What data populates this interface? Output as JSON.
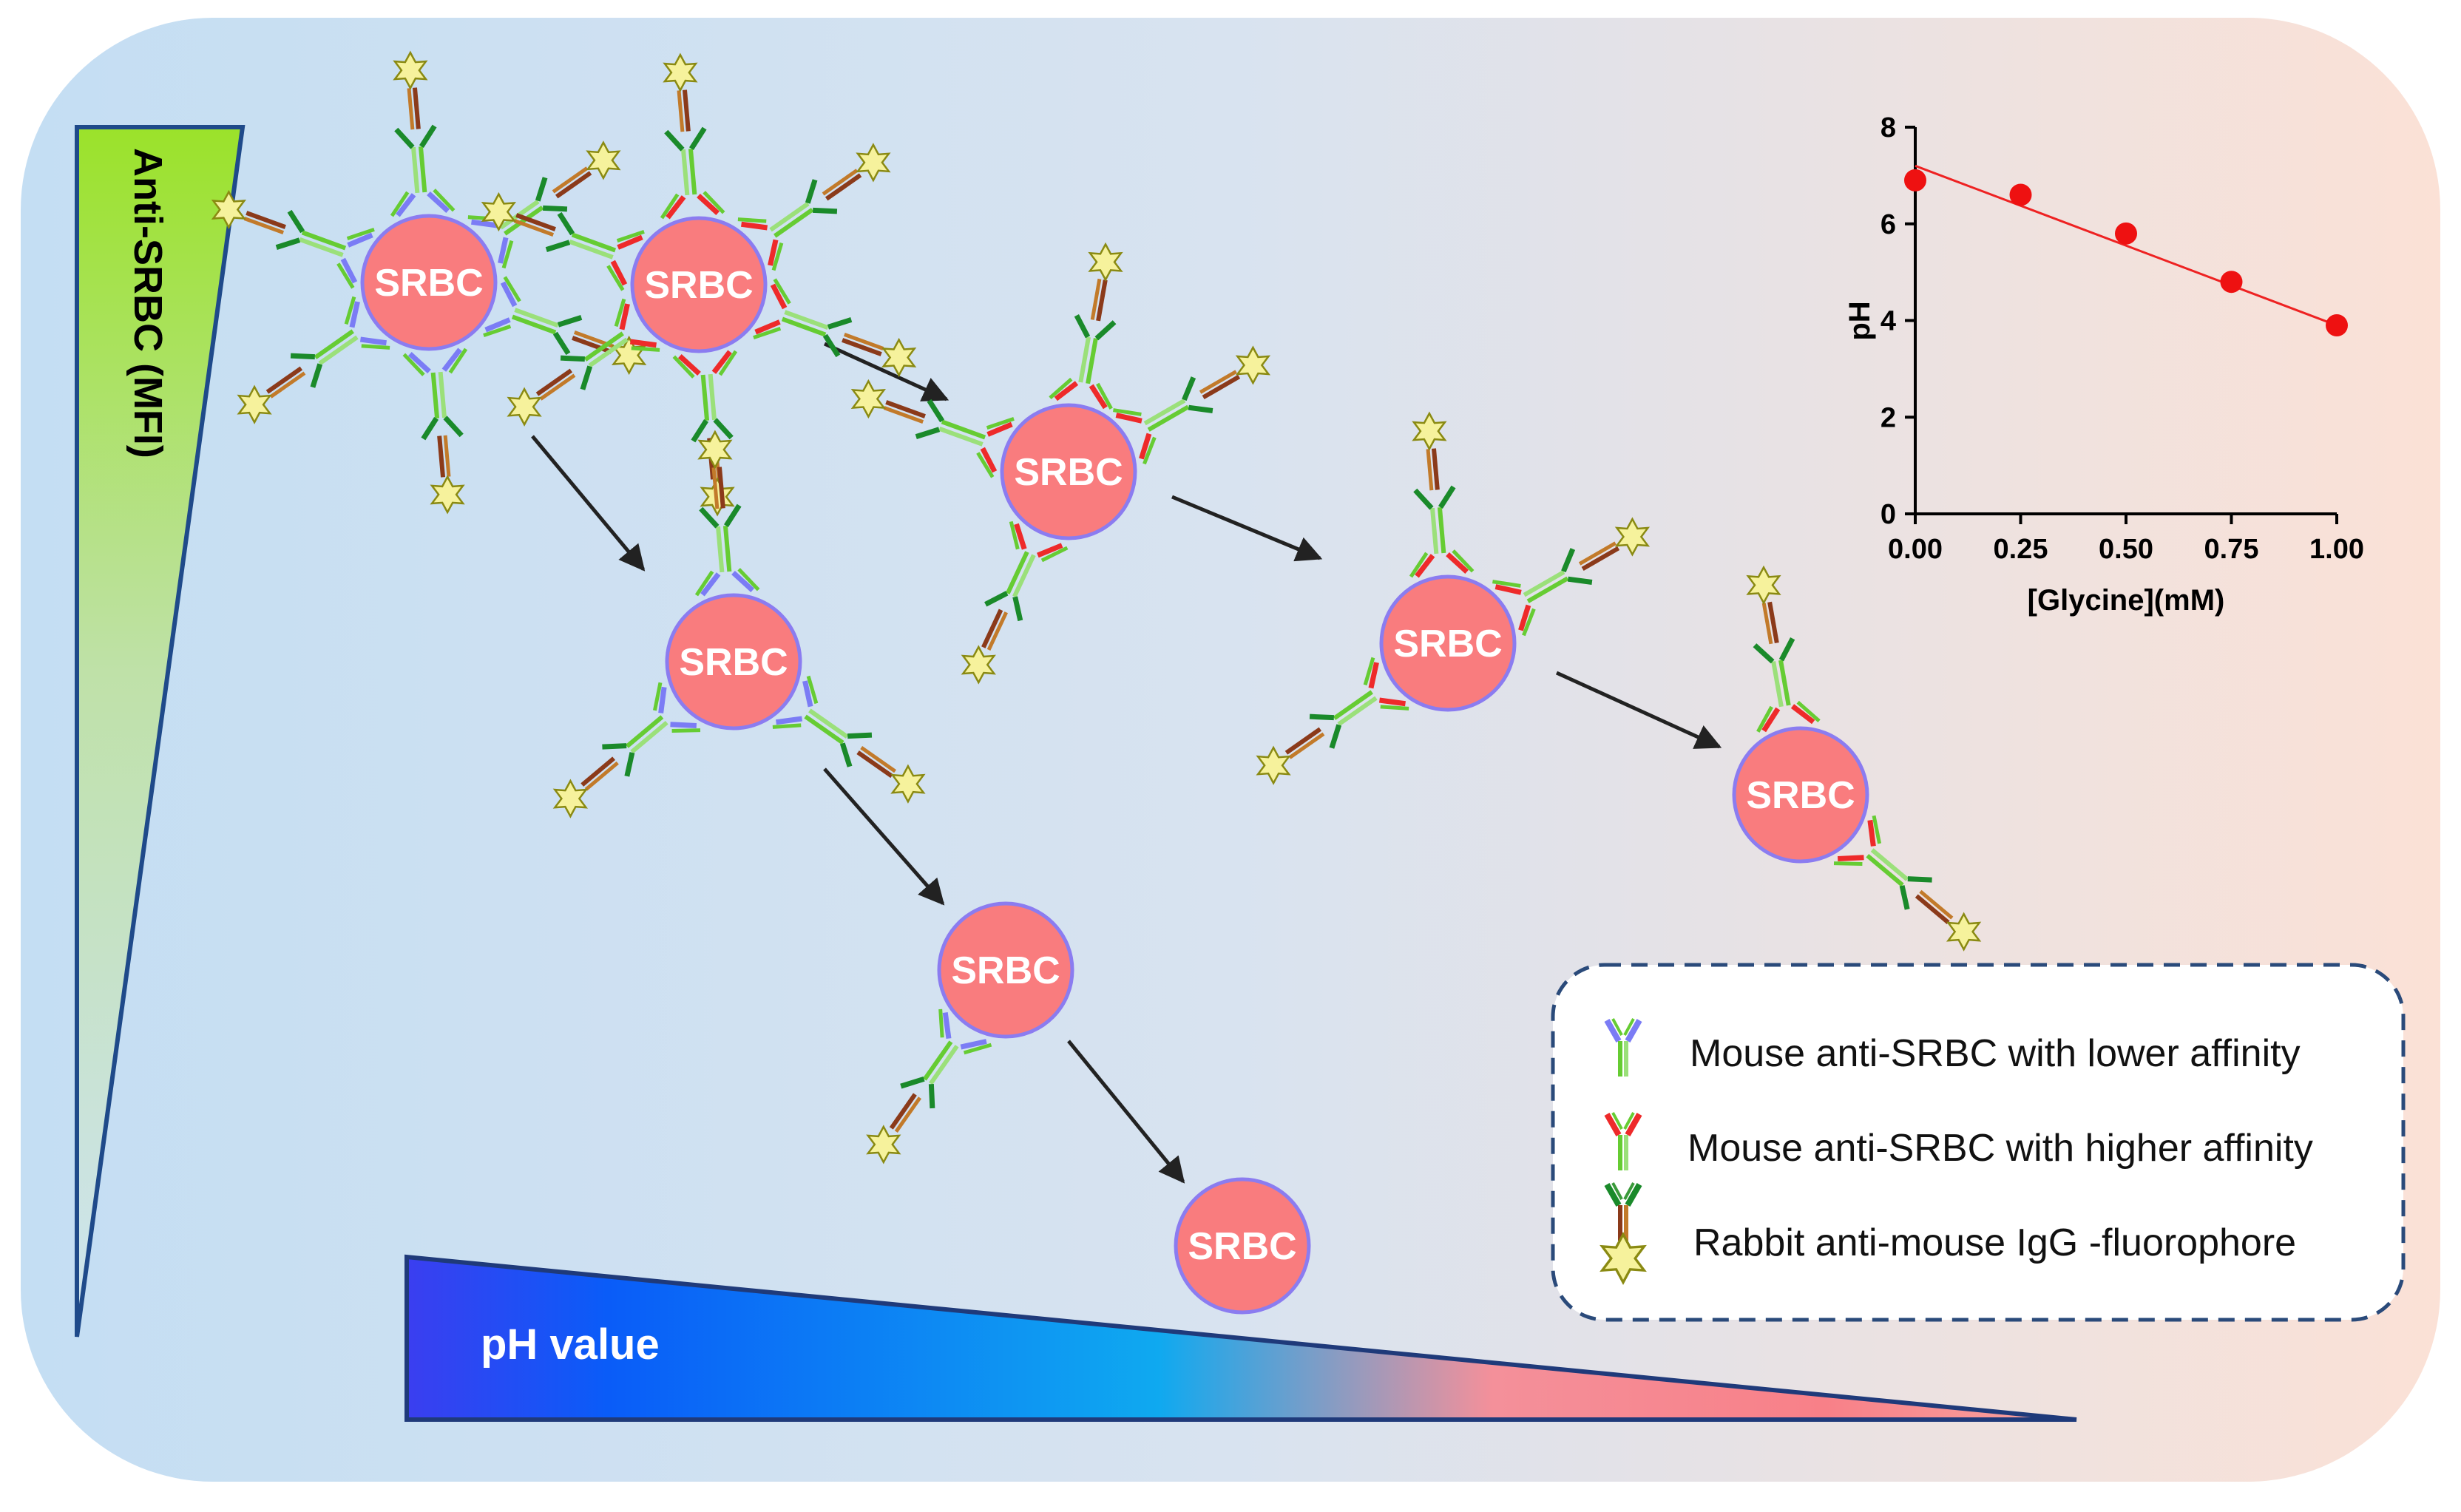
{
  "cell_label": "SRBC",
  "mfi_axis_label": "Anti-SRBC (MFI)",
  "ph_bar_label": "pH value",
  "colors": {
    "cell_fill": "#f97c7e",
    "cell_stroke": "#8b7cf0",
    "low_affinity_arm": "#7b7cf5",
    "high_affinity_arm": "#ee2a2a",
    "stem": "#66cc33",
    "rabbit_arm": "#1a8a2a",
    "rabbit_stem": "#8b3a1a",
    "star": "#f4f09a",
    "data_point": "#ee1111"
  },
  "legend": {
    "items": [
      {
        "label": "Mouse anti-SRBC with lower affinity",
        "icon": "low-affinity-antibody-icon"
      },
      {
        "label": "Mouse anti-SRBC with higher affinity",
        "icon": "high-affinity-antibody-icon"
      },
      {
        "label": "Rabbit anti-mouse IgG -fluorophore",
        "icon": "fluorophore-antibody-icon"
      }
    ]
  },
  "chart_data": {
    "type": "scatter",
    "title": "",
    "xlabel": "[Glycine](mM)",
    "ylabel": "pH",
    "xlim": [
      0,
      1.0
    ],
    "ylim": [
      0,
      8
    ],
    "x_ticks": [
      "0.00",
      "0.25",
      "0.50",
      "0.75",
      "1.00"
    ],
    "y_ticks": [
      "0",
      "2",
      "4",
      "6",
      "8"
    ],
    "x": [
      0.0,
      0.25,
      0.5,
      0.75,
      1.0
    ],
    "y": [
      6.9,
      6.6,
      5.8,
      4.8,
      3.9
    ],
    "fit_line": {
      "y_at_xmin": 7.2,
      "y_at_xmax": 3.9
    }
  }
}
